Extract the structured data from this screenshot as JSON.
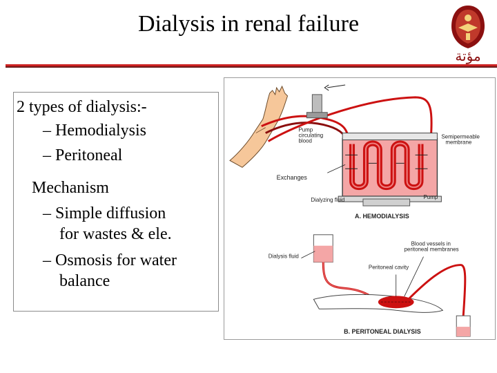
{
  "slide": {
    "title": "Dialysis in renal failure",
    "logo_text": "مؤتة",
    "bullets": {
      "types_heading": "2 types of dialysis:-",
      "hemo": "– Hemodialysis",
      "peritoneal": "– Peritoneal",
      "mechanism_heading": "Mechanism",
      "diffusion_line1": "– Simple diffusion",
      "diffusion_line2": "for wastes & ele.",
      "osmosis_line1": "– Osmosis for water",
      "osmosis_line2": "balance"
    }
  },
  "figure": {
    "hemo_labels": {
      "pump_circulating": [
        "Pump",
        "circulating",
        "blood"
      ],
      "semipermeable": [
        "Semipermeable",
        "membrane"
      ],
      "exchanges": "Exchanges",
      "dialyzing_fluid": "Dialyzing fluid",
      "pump": "Pump",
      "caption": "A. HEMODIALYSIS"
    },
    "peritoneal_labels": {
      "dialysis_fluid": "Dialysis fluid",
      "blood_vessels": [
        "Blood vessels in",
        "peritoneal membranes"
      ],
      "peritoneal_cavity": "Peritoneal cavity",
      "caption": "B. PERITONEAL DIALYSIS"
    },
    "colors": {
      "blood": "#cc1111",
      "fluid": "#f4a6a6",
      "skin": "#f6c79a",
      "heading_rule": "#cc2222"
    }
  }
}
